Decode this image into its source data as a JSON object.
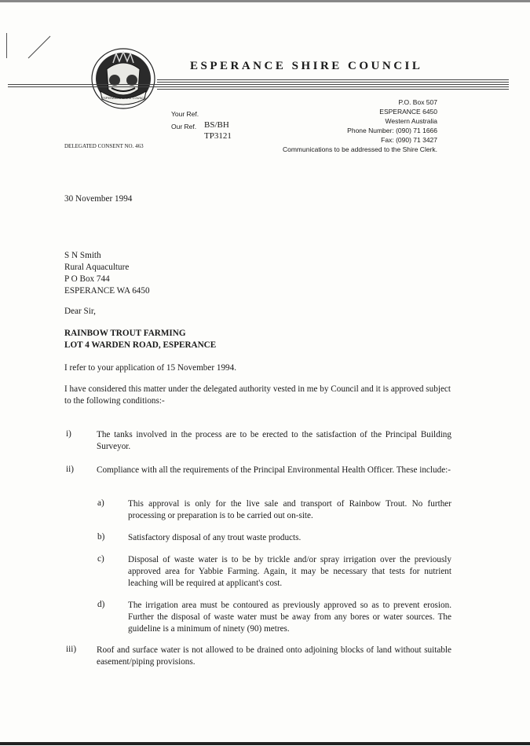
{
  "letterhead": {
    "council_name": "ESPERANCE SHIRE COUNCIL",
    "crest_banner": "ESPERANCE SHIRE COUNCIL",
    "refs": {
      "your_ref_label": "Your Ref.",
      "our_ref_label": "Our Ref.",
      "our_ref_line1": "BS/BH",
      "our_ref_line2": "TP3121"
    },
    "address": {
      "line1": "P.O. Box 507",
      "line2": "ESPERANCE 6450",
      "line3": "Western Australia",
      "phone": "Phone Number: (090) 71 1666",
      "fax": "Fax: (090) 71 3427",
      "note": "Communications to be addressed to the Shire Clerk."
    },
    "consent": "DELEGATED CONSENT NO. 463"
  },
  "letter": {
    "date": "30 November 1994",
    "recipient": [
      "S N Smith",
      "Rural Aquaculture",
      "P O Box 744",
      "ESPERANCE  WA  6450"
    ],
    "salutation": "Dear Sir,",
    "subject_line1": "RAINBOW TROUT FARMING",
    "subject_line2": "LOT 4 WARDEN ROAD, ESPERANCE",
    "intro1": "I refer to your application of  15 November 1994.",
    "intro2": "I have considered this matter under the delegated authority vested in me by Council and it is approved subject to the following conditions:-",
    "conditions": [
      {
        "num": "i)",
        "text": "The tanks involved in the process are to be erected to the satisfaction of the Principal Building Surveyor."
      },
      {
        "num": "ii)",
        "text": "Compliance with all the requirements of the Principal Environmental Health Officer. These include:-"
      },
      {
        "num": "iii)",
        "text": "Roof and surface water is not allowed to be drained onto adjoining blocks of land without suitable easement/piping provisions."
      }
    ],
    "subconditions": [
      {
        "num": "a)",
        "text": "This approval is only for the live sale and transport of Rainbow Trout. No further processing or preparation is to be carried out on-site."
      },
      {
        "num": "b)",
        "text": "Satisfactory disposal of any trout waste products."
      },
      {
        "num": "c)",
        "text": "Disposal of waste water is to be by trickle and/or spray irrigation over the previously approved area for Yabbie Farming. Again, it may be necessary that tests for nutrient leaching will be required at applicant's cost."
      },
      {
        "num": "d)",
        "text": "The irrigation area must be contoured as previously approved so as to prevent erosion. Further the disposal of waste water must be away from any bores or water sources. The guideline is a minimum of ninety (90) metres."
      }
    ]
  }
}
